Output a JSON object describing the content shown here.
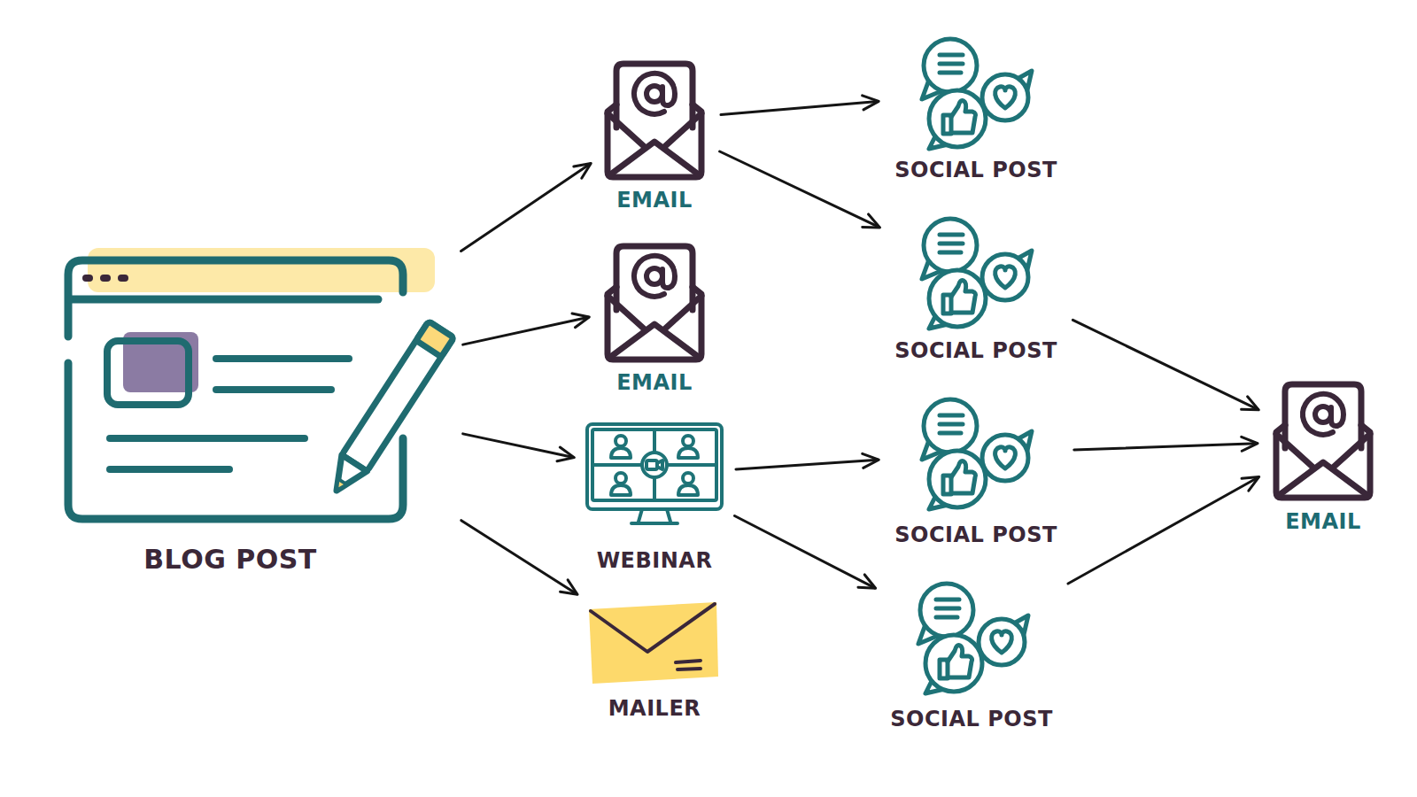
{
  "diagram": {
    "nodes": [
      {
        "text": [
          "BLOG POST"
        ]
      },
      {
        "text": [
          "EMAIL"
        ]
      },
      {
        "text": [
          "EMAIL"
        ]
      },
      {
        "text": [
          "WEBINAR"
        ]
      },
      {
        "text": [
          "MAILER"
        ]
      },
      {
        "text": [
          "SOCIAL POST"
        ]
      },
      {
        "text": [
          "SOCIAL POST"
        ]
      },
      {
        "text": [
          "SOCIAL POST"
        ]
      },
      {
        "text": [
          "SOCIAL POST"
        ]
      },
      {
        "text": [
          "EMAIL"
        ]
      }
    ],
    "edges": [
      {
        "from": 0,
        "to": 1,
        "arrow": "to"
      },
      {
        "from": 0,
        "to": 2,
        "arrow": "to"
      },
      {
        "from": 0,
        "to": 3,
        "arrow": "to"
      },
      {
        "from": 0,
        "to": 4,
        "arrow": "to"
      },
      {
        "from": 1,
        "to": 5,
        "arrow": "to"
      },
      {
        "from": 1,
        "to": 6,
        "arrow": "to"
      },
      {
        "from": 3,
        "to": 7,
        "arrow": "to"
      },
      {
        "from": 3,
        "to": 8,
        "arrow": "to"
      },
      {
        "from": 6,
        "to": 9,
        "arrow": "to"
      },
      {
        "from": 7,
        "to": 9,
        "arrow": "to"
      },
      {
        "from": 8,
        "to": 9,
        "arrow": "to"
      }
    ]
  }
}
